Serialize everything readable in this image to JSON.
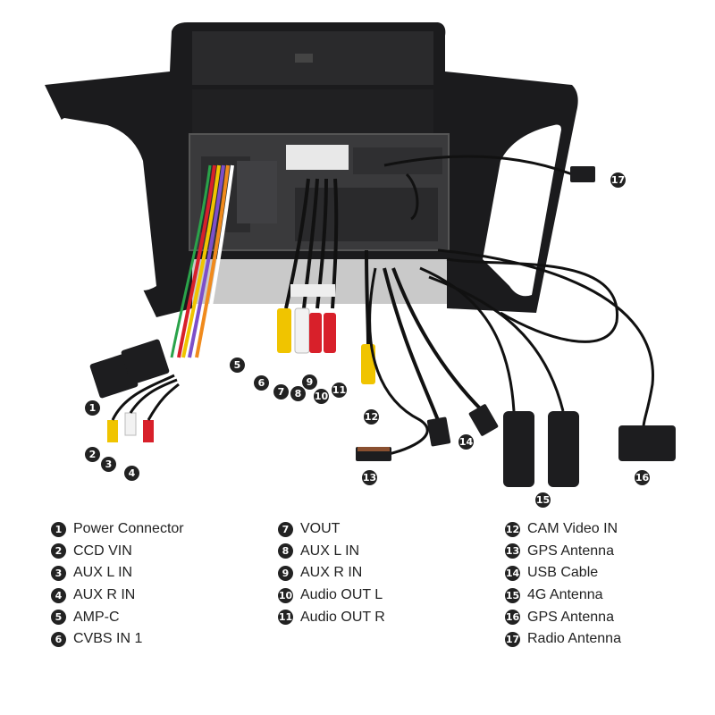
{
  "markers": [
    "1",
    "2",
    "3",
    "4",
    "5",
    "6",
    "7",
    "8",
    "9",
    "10",
    "11",
    "12",
    "13",
    "14",
    "15",
    "16",
    "17"
  ],
  "legend": {
    "col1": [
      {
        "num": "1",
        "label": "Power Connector"
      },
      {
        "num": "2",
        "label": "CCD VIN"
      },
      {
        "num": "3",
        "label": "AUX L IN"
      },
      {
        "num": "4",
        "label": "AUX R IN"
      },
      {
        "num": "5",
        "label": "AMP-C"
      },
      {
        "num": "6",
        "label": "CVBS IN 1"
      }
    ],
    "col2": [
      {
        "num": "7",
        "label": "VOUT"
      },
      {
        "num": "8",
        "label": "AUX L IN"
      },
      {
        "num": "9",
        "label": "AUX R IN"
      },
      {
        "num": "10",
        "label": "Audio OUT L"
      },
      {
        "num": "11",
        "label": "Audio OUT R"
      }
    ],
    "col3": [
      {
        "num": "12",
        "label": "CAM Video IN"
      },
      {
        "num": "13",
        "label": "GPS Antenna"
      },
      {
        "num": "14",
        "label": "USB Cable"
      },
      {
        "num": "15",
        "label": "4G Antenna"
      },
      {
        "num": "16",
        "label": "GPS Antenna"
      },
      {
        "num": "17",
        "label": "Radio Antenna"
      }
    ]
  },
  "colors": {
    "frame": "#1b1b1d",
    "panel": "#2a2a2c",
    "wire_red": "#d8202a",
    "wire_yellow": "#f0c400",
    "wire_white": "#f2f2f2",
    "wire_purple": "#7d4fc9",
    "wire_orange": "#f08a1c"
  }
}
